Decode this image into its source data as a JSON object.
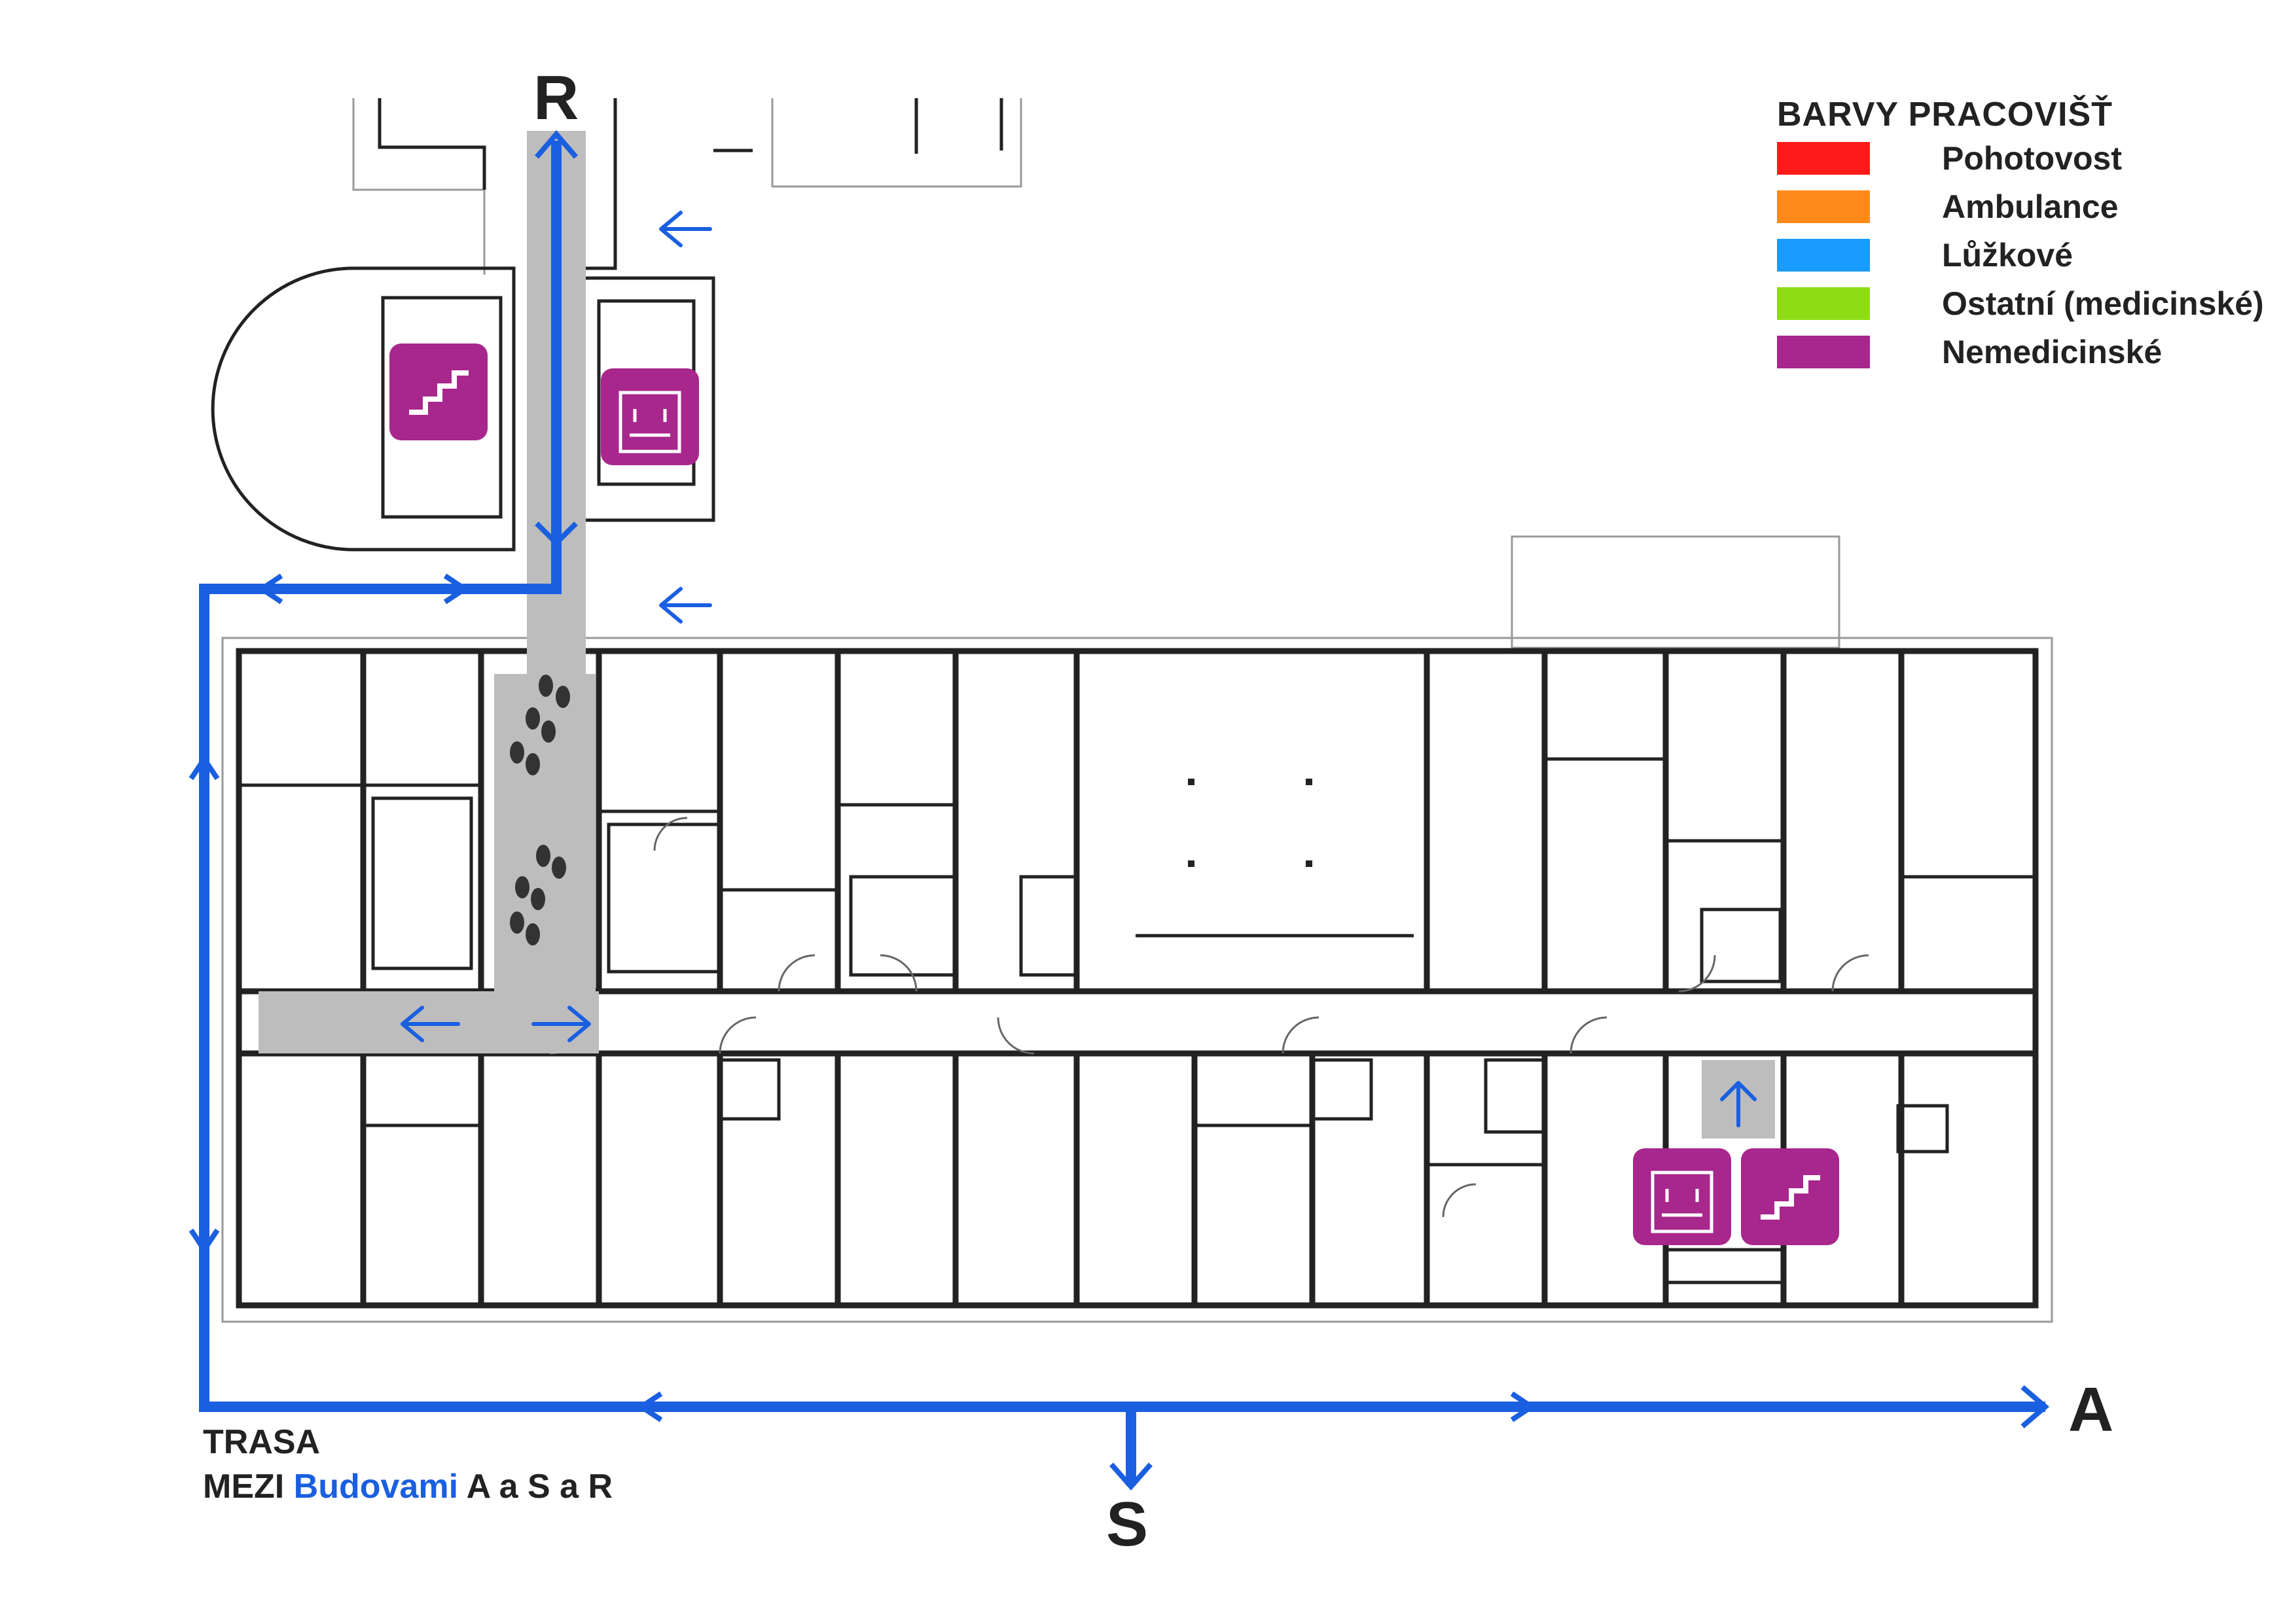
{
  "legend": {
    "title": "BARVY PRACOVIŠŤ",
    "items": [
      {
        "label": "Pohotovost",
        "color": "#ff1a1a"
      },
      {
        "label": "Ambulance",
        "color": "#ff8a1a"
      },
      {
        "label": "Lůžkové",
        "color": "#1a9bff"
      },
      {
        "label": "Ostatní (medicinské)",
        "color": "#8fdc14"
      },
      {
        "label": "Nemedicinské",
        "color": "#a8278c"
      }
    ]
  },
  "buildings": {
    "r": "R",
    "a": "A",
    "s": "S"
  },
  "route": {
    "line1": "TRASA",
    "line2_prefix": "MEZI",
    "line2_highlight": "Budovami",
    "line2_suffix": "A a S a R"
  },
  "icons": {
    "stairs": "stairs-icon",
    "elevator": "elevator-icon",
    "arrow": "direction-arrow-icon",
    "footprints": "footprints-icon"
  },
  "colors": {
    "route_blue": "#1a5fe0",
    "walkway_gray": "#bdbdbd",
    "facility_purple": "#a8278c",
    "wall": "#222222"
  }
}
